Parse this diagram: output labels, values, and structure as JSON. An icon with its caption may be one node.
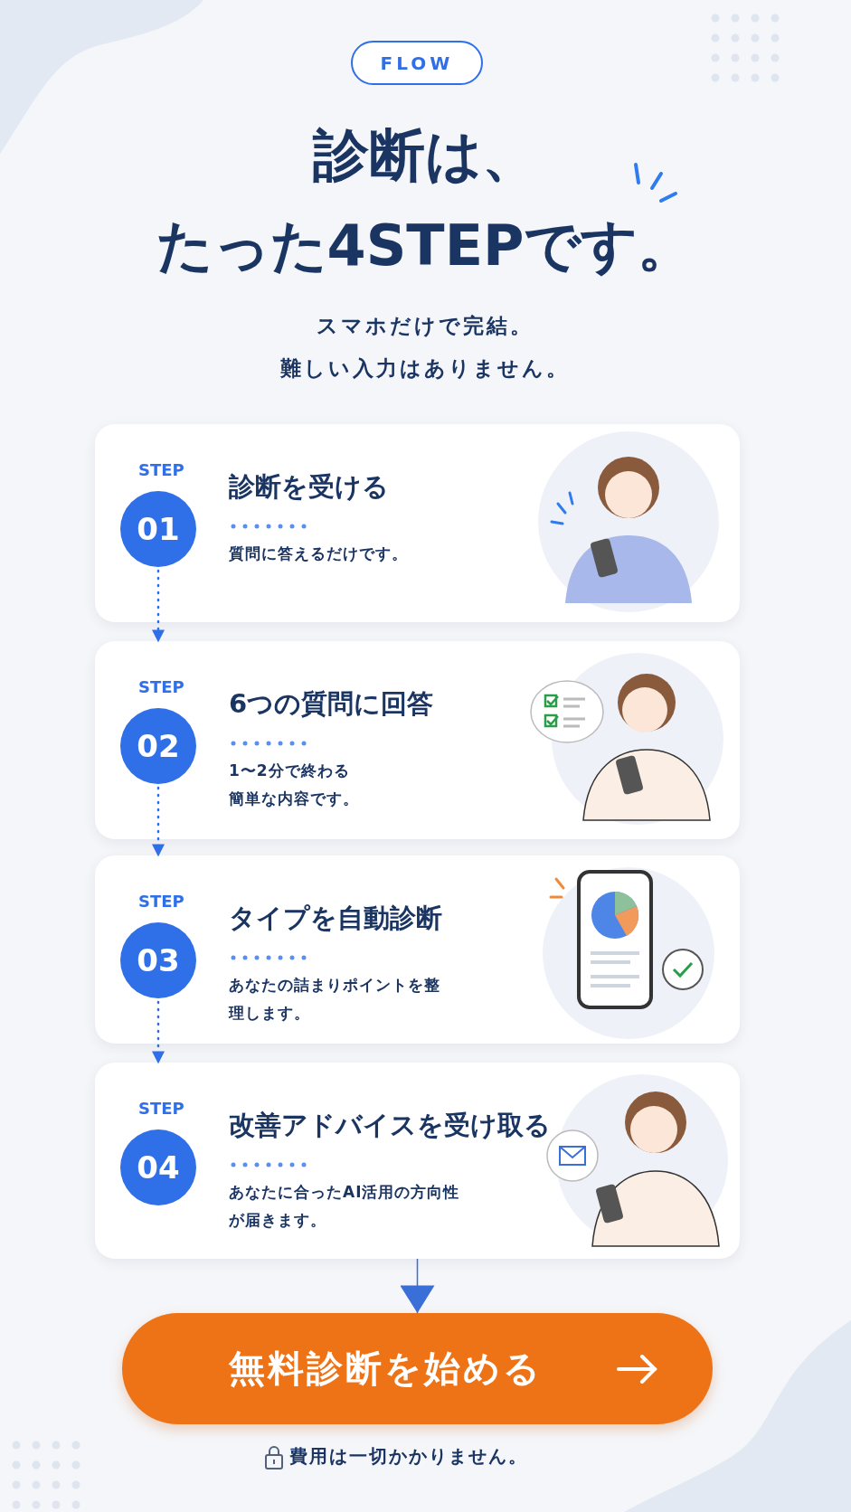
{
  "diagram": {
    "title": "診断は、たった**4STEP**です。",
    "nodes": [
      {
        "text": [
          "FLOW"
        ]
      },
      {
        "text": [
          "診断を受ける",
          "質問に答えるだけです。"
        ]
      },
      {
        "text": [
          "01"
        ],
        "in": 1,
        "beside": [
          "STEP"
        ]
      },
      {
        "text": [
          "6つの質問に回答",
          "1〜2分で終わる簡単な内容です。"
        ]
      },
      {
        "text": [
          "02"
        ],
        "in": 3,
        "beside": [
          "STEP"
        ]
      },
      {
        "text": [
          "タイプを自動診断",
          "あなたの詰まりポイントを整理します。"
        ]
      },
      {
        "text": [
          "03"
        ],
        "in": 5,
        "beside": [
          "STEP"
        ]
      },
      {
        "text": [
          "改善アドバイスを受け取る",
          "あなたに合ったAI活用の方向性が届きます。"
        ]
      },
      {
        "text": [
          "04"
        ],
        "in": 7,
        "beside": [
          "STEP"
        ]
      },
      {
        "text": [
          "無料診断を始める"
        ]
      }
    ],
    "edges": [
      {
        "from": 2,
        "to": 3,
        "arrow": "to",
        "style": "dashed"
      },
      {
        "from": 4,
        "to": 5,
        "arrow": "to",
        "style": "dashed"
      },
      {
        "from": 6,
        "to": 7,
        "arrow": "to",
        "style": "dashed"
      },
      {
        "from": 7,
        "to": 9,
        "arrow": "to"
      }
    ],
    "labels": [
      "スマホだけで完結。",
      "難しい入力はありません。",
      "費用は一切かかりません。"
    ]
  }
}
